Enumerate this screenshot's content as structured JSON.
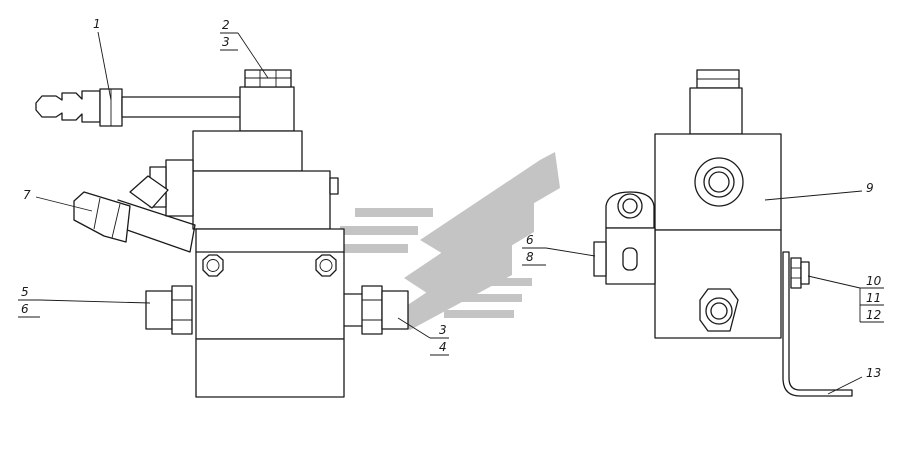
{
  "watermark": {
    "color": "#c4c4c4"
  },
  "callouts": [
    {
      "id": "c1",
      "text": "1"
    },
    {
      "id": "c2",
      "text": "2"
    },
    {
      "id": "c3top",
      "text": "3"
    },
    {
      "id": "c7",
      "text": "7"
    },
    {
      "id": "c5",
      "text": "5"
    },
    {
      "id": "c6left",
      "text": "6"
    },
    {
      "id": "c3bottom",
      "text": "3"
    },
    {
      "id": "c4",
      "text": "4"
    },
    {
      "id": "c9",
      "text": "9"
    },
    {
      "id": "c6right",
      "text": "6"
    },
    {
      "id": "c8",
      "text": "8"
    },
    {
      "id": "c10",
      "text": "10"
    },
    {
      "id": "c11",
      "text": "11"
    },
    {
      "id": "c12",
      "text": "12"
    },
    {
      "id": "c13",
      "text": "13"
    }
  ]
}
